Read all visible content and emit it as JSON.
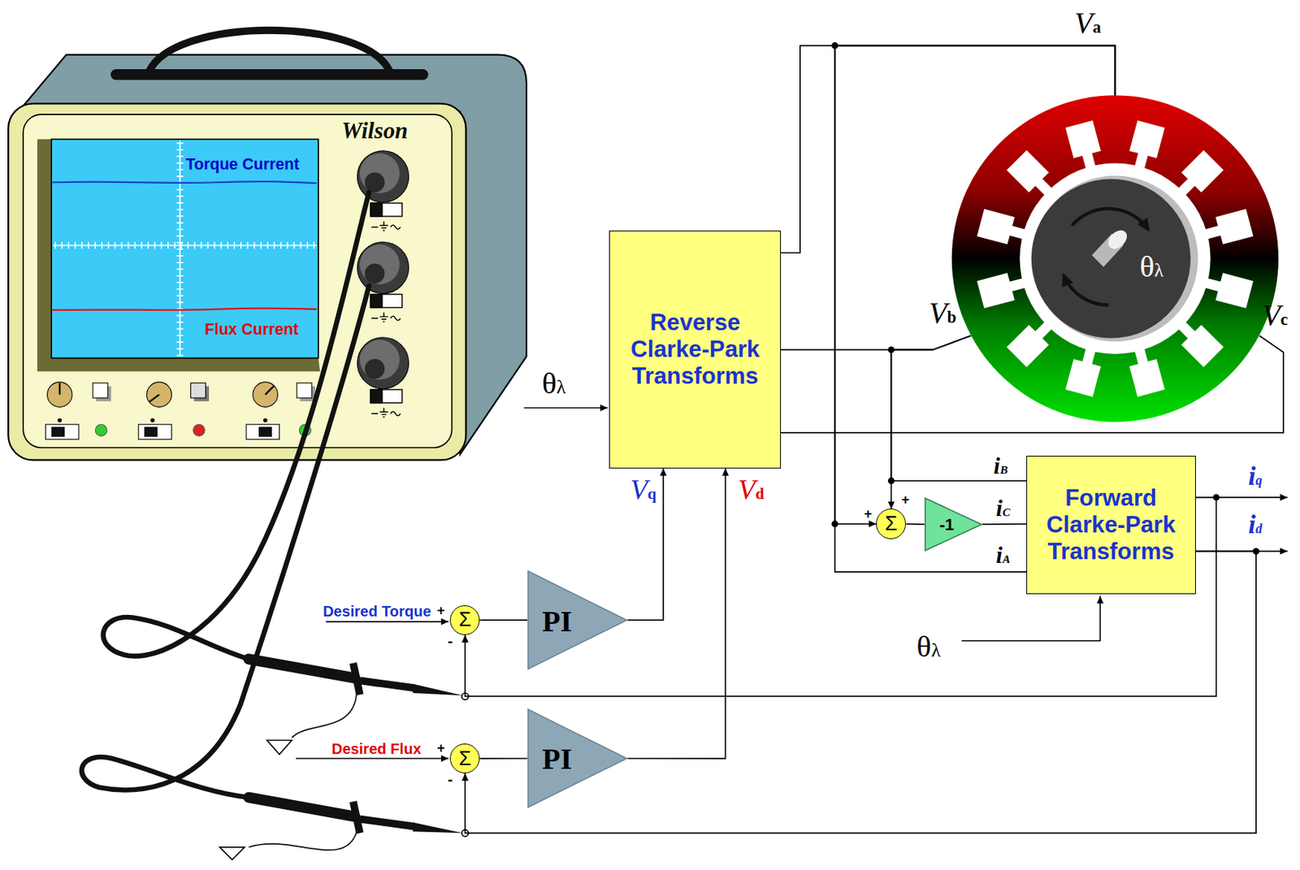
{
  "diagram": {
    "nodes": [
      {
        "text": [
          "Wilson"
        ]
      },
      {
        "text": [
          "Torque Current",
          "Flux Current"
        ],
        "in": 0
      },
      {
        "text": [
          "Reverse Clarke-Park Transforms"
        ]
      },
      {
        "text": [
          "θλ"
        ]
      },
      {
        "text": [
          "Σ"
        ]
      },
      {
        "text": [
          "-1"
        ]
      },
      {
        "text": [
          "Forward Clarke-Park Transforms"
        ]
      },
      {
        "text": [
          "Σ"
        ]
      },
      {
        "text": [
          "PI"
        ]
      },
      {
        "text": [
          "Σ"
        ]
      },
      {
        "text": [
          "PI"
        ]
      }
    ],
    "edges": [
      {
        "from": 2,
        "to": 3,
        "arrow": "none",
        "label": "Va"
      },
      {
        "from": 2,
        "to": 3,
        "arrow": "none",
        "label": "Vb"
      },
      {
        "from": 2,
        "to": 3,
        "arrow": "none",
        "label": "Vc"
      },
      {
        "from": 3,
        "to": 4,
        "arrow": "to"
      },
      {
        "from": 3,
        "to": 4,
        "arrow": "to"
      },
      {
        "from": 4,
        "to": 5,
        "arrow": "none"
      },
      {
        "from": 5,
        "to": 6,
        "arrow": "none",
        "label": "iC"
      },
      {
        "from": 3,
        "to": 6,
        "arrow": "none",
        "label": "iB"
      },
      {
        "from": 3,
        "to": 6,
        "arrow": "none",
        "label": "iA"
      },
      {
        "from": 6,
        "to": 7,
        "arrow": "to"
      },
      {
        "from": 6,
        "to": 9,
        "arrow": "to"
      },
      {
        "from": 7,
        "to": 8,
        "arrow": "none"
      },
      {
        "from": 9,
        "to": 10,
        "arrow": "none"
      },
      {
        "from": 8,
        "to": 2,
        "arrow": "to",
        "label": "Vq"
      },
      {
        "from": 10,
        "to": 2,
        "arrow": "to",
        "label": "Vd"
      }
    ],
    "labels": [
      "θλ",
      "+",
      "+",
      "iq",
      "id",
      "Desired Torque",
      "+",
      "-",
      "θλ",
      "Desired Flux",
      "+",
      "-"
    ]
  }
}
